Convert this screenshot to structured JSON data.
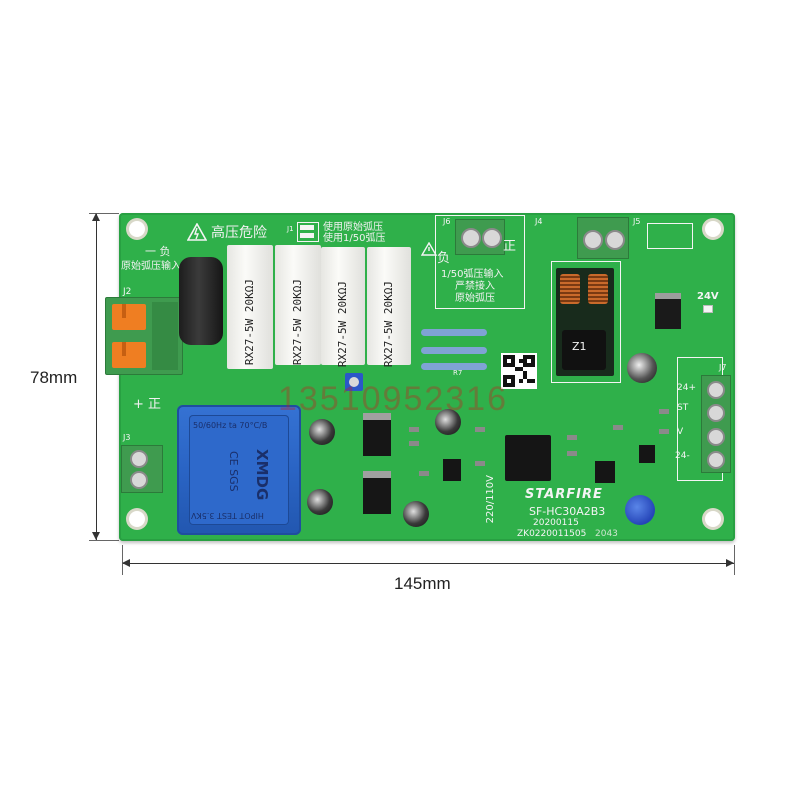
{
  "dimensions": {
    "height_label": "78mm",
    "width_label": "145mm"
  },
  "board": {
    "warning": "高压危险",
    "jumper_opt1": "使用原始弧压",
    "jumper_opt2": "使用1/50弧压",
    "neg_left": "一 负",
    "arc_input": "原始弧压输入",
    "pos_left": "+ 正",
    "j6_neg": "负",
    "j6_pos": "正",
    "j6_line1": "1/50弧压输入",
    "j6_line2": "严禁接入",
    "j6_line3": "原始弧压",
    "label_24v": "24V",
    "j7_pins": [
      "24+",
      "ST",
      "V",
      "24-"
    ],
    "brand": "STARFIRE",
    "model": "SF-HC30A2B3",
    "date": "20200115",
    "serial": "ZK0220011505",
    "serial_suffix": "2043",
    "voltage": "220/110V",
    "z1": "Z1",
    "r7": "R7",
    "connectors": {
      "j1": "J1",
      "j2": "J2",
      "j3": "J3",
      "j4": "J4",
      "j5": "J5",
      "j6": "J6",
      "j7": "J7"
    },
    "resistors": [
      "RX27-5W 20KΩJ",
      "RX27-5W 20KΩJ",
      "RX27-5W 20KΩJ",
      "RX27-5W 20KΩJ"
    ],
    "transformer": {
      "rating": "50/60Hz ta 70°C/B",
      "brand": "XMDG",
      "marks": "CE SGS",
      "test": "HIPOT TEST 3.5KV"
    }
  },
  "watermark": "13510952316",
  "colors": {
    "pcb": "#2fb04a",
    "pcb_dark": "#23913a",
    "silk": "#f4f4f4",
    "terminal_green": "#3f9b4f",
    "terminal_orange": "#ef7e22",
    "transformer_blue": "#2a64c4",
    "resistor_white": "#f7f7f4",
    "watermark": "#c81e1e"
  }
}
